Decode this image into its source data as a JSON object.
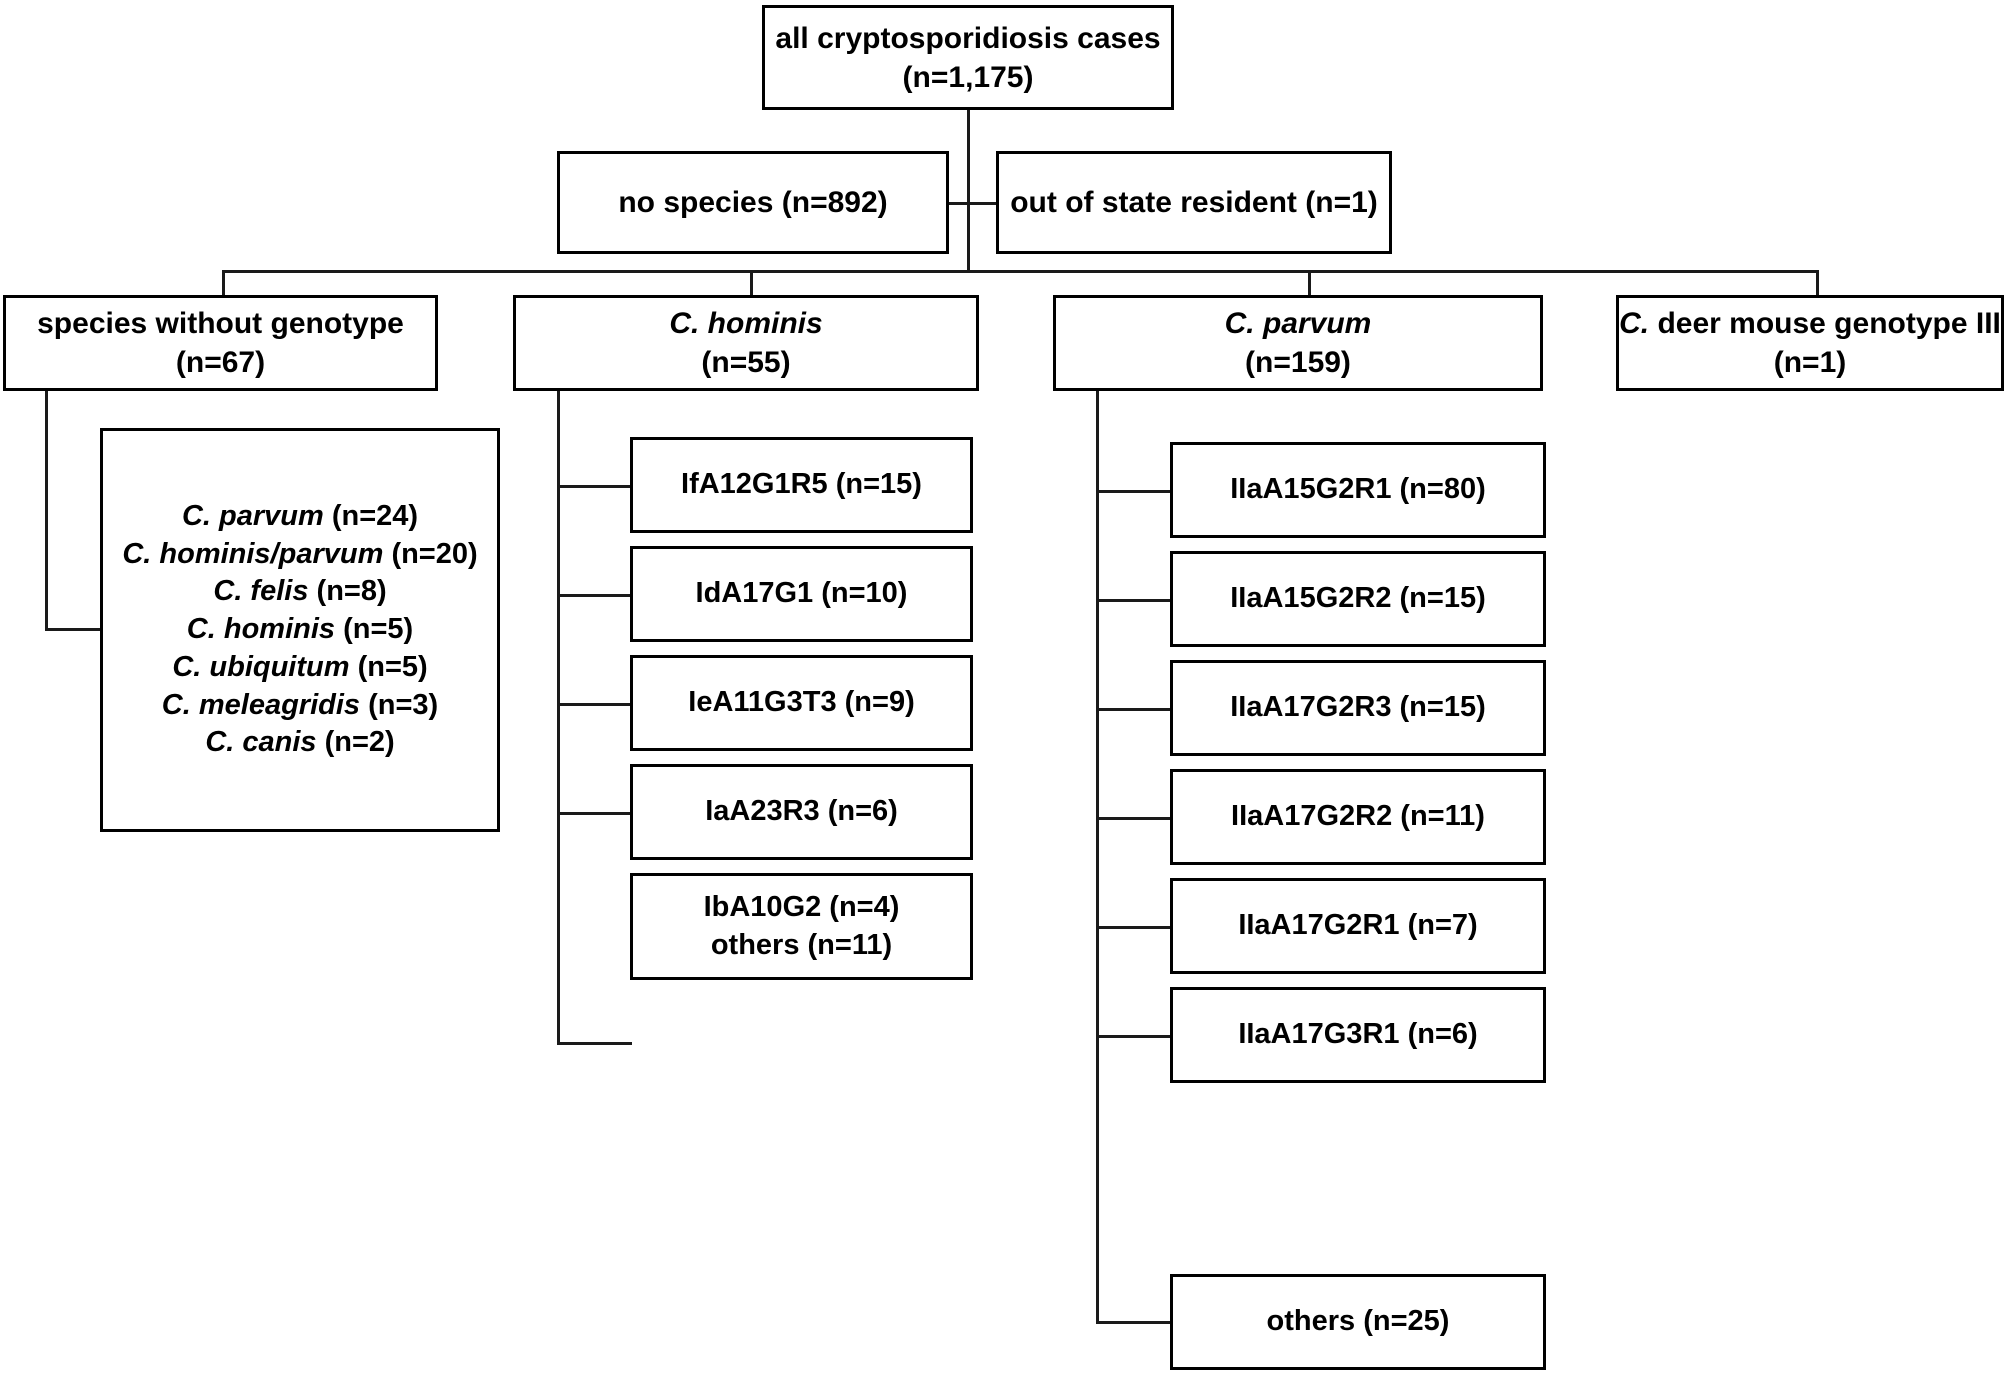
{
  "diagram": {
    "title_node": {
      "line1": "all cryptosporidiosis cases",
      "line2": "(n=1,175)"
    },
    "exclusions": [
      {
        "label": "no species (n=892)"
      },
      {
        "label": "out of state resident (n=1)"
      }
    ],
    "species_nodes": [
      {
        "name": "species without genotype",
        "name_italic": "",
        "count": "(n=67)"
      },
      {
        "name": "",
        "name_italic": "C. hominis",
        "count": "(n=55)"
      },
      {
        "name": "",
        "name_italic": "C. parvum",
        "count": "(n=159)"
      },
      {
        "name": " deer mouse genotype III",
        "name_italic": "C.",
        "count": "(n=1)"
      }
    ],
    "species_without_genotype_list": [
      {
        "taxon": "C. parvum",
        "count": "(n=24)"
      },
      {
        "taxon": "C. hominis/parvum",
        "count": "(n=20)"
      },
      {
        "taxon": "C. felis",
        "count": "(n=8)"
      },
      {
        "taxon": "C. hominis",
        "count": "(n=5)"
      },
      {
        "taxon": "C. ubiquitum",
        "count": "(n=5)"
      },
      {
        "taxon": "C. meleagridis",
        "count": "(n=3)"
      },
      {
        "taxon": "C. canis",
        "count": "(n=2)"
      }
    ],
    "hominis_subtypes": [
      {
        "line1": "IfA12G1R5 (n=15)",
        "line2": ""
      },
      {
        "line1": "IdA17G1 (n=10)",
        "line2": ""
      },
      {
        "line1": "IeA11G3T3 (n=9)",
        "line2": ""
      },
      {
        "line1": "IaA23R3 (n=6)",
        "line2": ""
      },
      {
        "line1": "IbA10G2 (n=4)",
        "line2": "others (n=11)"
      }
    ],
    "parvum_subtypes": [
      {
        "line1": "IIaA15G2R1 (n=80)"
      },
      {
        "line1": "IIaA15G2R2 (n=15)"
      },
      {
        "line1": "IIaA17G2R3 (n=15)"
      },
      {
        "line1": "IIaA17G2R2 (n=11)"
      },
      {
        "line1": "IIaA17G2R1 (n=7)"
      },
      {
        "line1": "IIaA17G3R1 (n=6)"
      },
      {
        "line1": "others (n=25)"
      }
    ],
    "colors": {
      "stroke": "#000000",
      "background": "#ffffff"
    }
  }
}
